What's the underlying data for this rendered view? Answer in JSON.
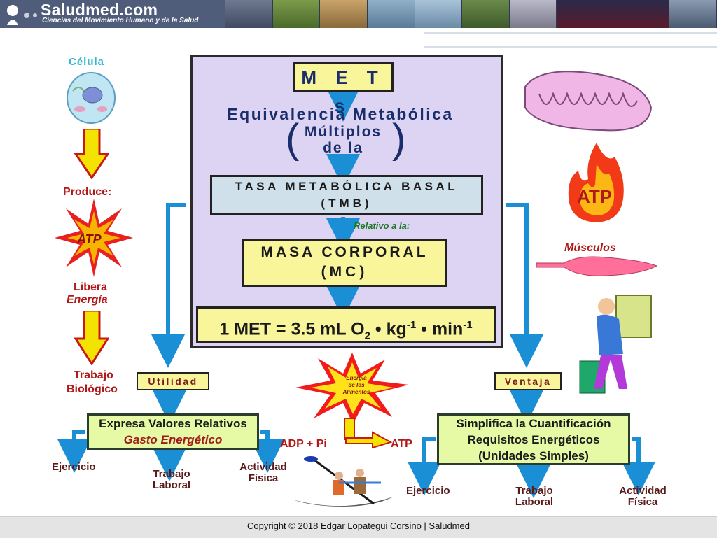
{
  "header": {
    "site_name": "Saludmed.com",
    "tagline": "Ciencias del Movimiento Humano y de la Salud"
  },
  "diagram": {
    "mets_title": "M E T s",
    "equivalencia": "Equivalencia Metabólica",
    "multiplos_line1": "Múltiplos",
    "multiplos_line2": "de la",
    "tmb_line1": "TASA METABÓLICA BASAL",
    "tmb_line2": "(TMB)",
    "relativo": "Relativo a la:",
    "masa_line1": "MASA CORPORAL",
    "masa_line2": "(MC)",
    "formula": {
      "prefix": "1 MET = 3.5 mL O",
      "o2_sub": "2",
      "kg": "kg",
      "kg_exp": "-1",
      "min": "min",
      "min_exp": "-1"
    },
    "utilidad_label": "Utilidad",
    "ventaja_label": "Ventaja",
    "expresa_line1": "Expresa Valores Relativos",
    "expresa_line2": "Gasto Energético",
    "simplifica_line1": "Simplifica la Cuantificación",
    "simplifica_line2": "Requisitos Energéticos",
    "simplifica_line3": "(Unidades Simples)",
    "left_outcomes": {
      "ejercicio": "Ejercicio",
      "trabajo_1": "Trabajo",
      "trabajo_2": "Laboral",
      "actividad_1": "Actividad",
      "actividad_2": "Física"
    },
    "right_outcomes": {
      "ejercicio": "Ejercicio",
      "trabajo_1": "Trabajo",
      "trabajo_2": "Laboral",
      "actividad_1": "Actividad",
      "actividad_2": "Física"
    },
    "energia_alimentos_1": "Energía",
    "energia_alimentos_2": "de los",
    "energia_alimentos_3": "Alimentos",
    "adp": "ADP + Pi",
    "atp_mid": "ATP"
  },
  "left_column": {
    "celula": "Célula",
    "produce": "Produce:",
    "atp": "ATP",
    "libera_1": "Libera",
    "libera_2": "Energía",
    "trabajo_1": "Trabajo",
    "trabajo_2": "Biológico"
  },
  "right_column": {
    "atp": "ATP",
    "musculos": "Músculos"
  },
  "footer": {
    "copyright": "Copyright © 2018 Edgar Lopategui Corsino | Saludmed"
  },
  "colors": {
    "panel": "#ddd3f2",
    "yellow_box": "#f8f59a",
    "green_box": "#e6f9a5",
    "arrow_blue": "#1a8fd6",
    "red_text": "#b11818"
  }
}
